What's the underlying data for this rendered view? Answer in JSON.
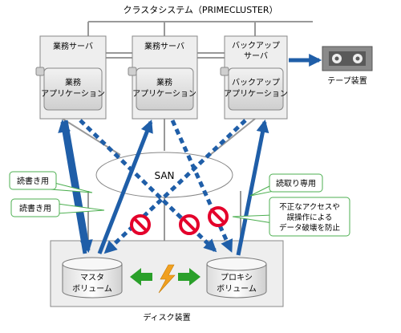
{
  "cluster": {
    "title": "クラスタシステム（PRIMECLUSTER）"
  },
  "servers": [
    {
      "title": [
        "業務サーバ"
      ],
      "app": [
        "業務",
        "アプリケーション"
      ]
    },
    {
      "title": [
        "業務サーバ"
      ],
      "app": [
        "業務",
        "アプリケーション"
      ]
    },
    {
      "title": [
        "バックアップ",
        "サーバ"
      ],
      "app": [
        "バックアップ",
        "アプリケーション"
      ]
    }
  ],
  "tape": {
    "label": "テープ装置"
  },
  "san": {
    "label": "SAN"
  },
  "callouts": {
    "read_write_1": "読書き用",
    "read_write_2": "読書き用",
    "read_only": "読取り専用",
    "protection": [
      "不正なアクセスや",
      "誤操作による",
      "データ破壊を防止"
    ]
  },
  "disk": {
    "label": "ディスク装置",
    "master": [
      "マスタ",
      "ボリューム"
    ],
    "proxy": [
      "プロキシ",
      "ボリューム"
    ]
  },
  "colors": {
    "arrow_blue": "#1f5ea8",
    "sync_green": "#2aa02a",
    "lightning": "#f0a020",
    "prohibit_red": "#e4002b",
    "callout_border": "#4caf50"
  }
}
